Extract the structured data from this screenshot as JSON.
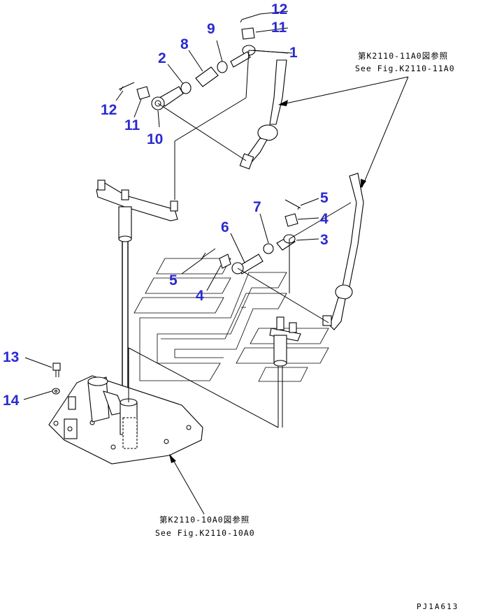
{
  "parts": [
    {
      "id": "p1",
      "label": "1"
    },
    {
      "id": "p2",
      "label": "2"
    },
    {
      "id": "p3",
      "label": "3"
    },
    {
      "id": "p4a",
      "label": "4"
    },
    {
      "id": "p4b",
      "label": "4"
    },
    {
      "id": "p5a",
      "label": "5"
    },
    {
      "id": "p5b",
      "label": "5"
    },
    {
      "id": "p6",
      "label": "6"
    },
    {
      "id": "p7",
      "label": "7"
    },
    {
      "id": "p8",
      "label": "8"
    },
    {
      "id": "p9",
      "label": "9"
    },
    {
      "id": "p10",
      "label": "10"
    },
    {
      "id": "p11a",
      "label": "11"
    },
    {
      "id": "p11b",
      "label": "11"
    },
    {
      "id": "p12a",
      "label": "12"
    },
    {
      "id": "p12b",
      "label": "12"
    },
    {
      "id": "p13",
      "label": "13"
    },
    {
      "id": "p14",
      "label": "14"
    }
  ],
  "references": {
    "top": {
      "jp": "第K2110-11A0図参照",
      "en": "See Fig.K2110-11A0"
    },
    "bottom": {
      "jp": "第K2110-10A0図参照",
      "en": "See Fig.K2110-10A0"
    }
  },
  "diagram_code": "PJ1A613"
}
